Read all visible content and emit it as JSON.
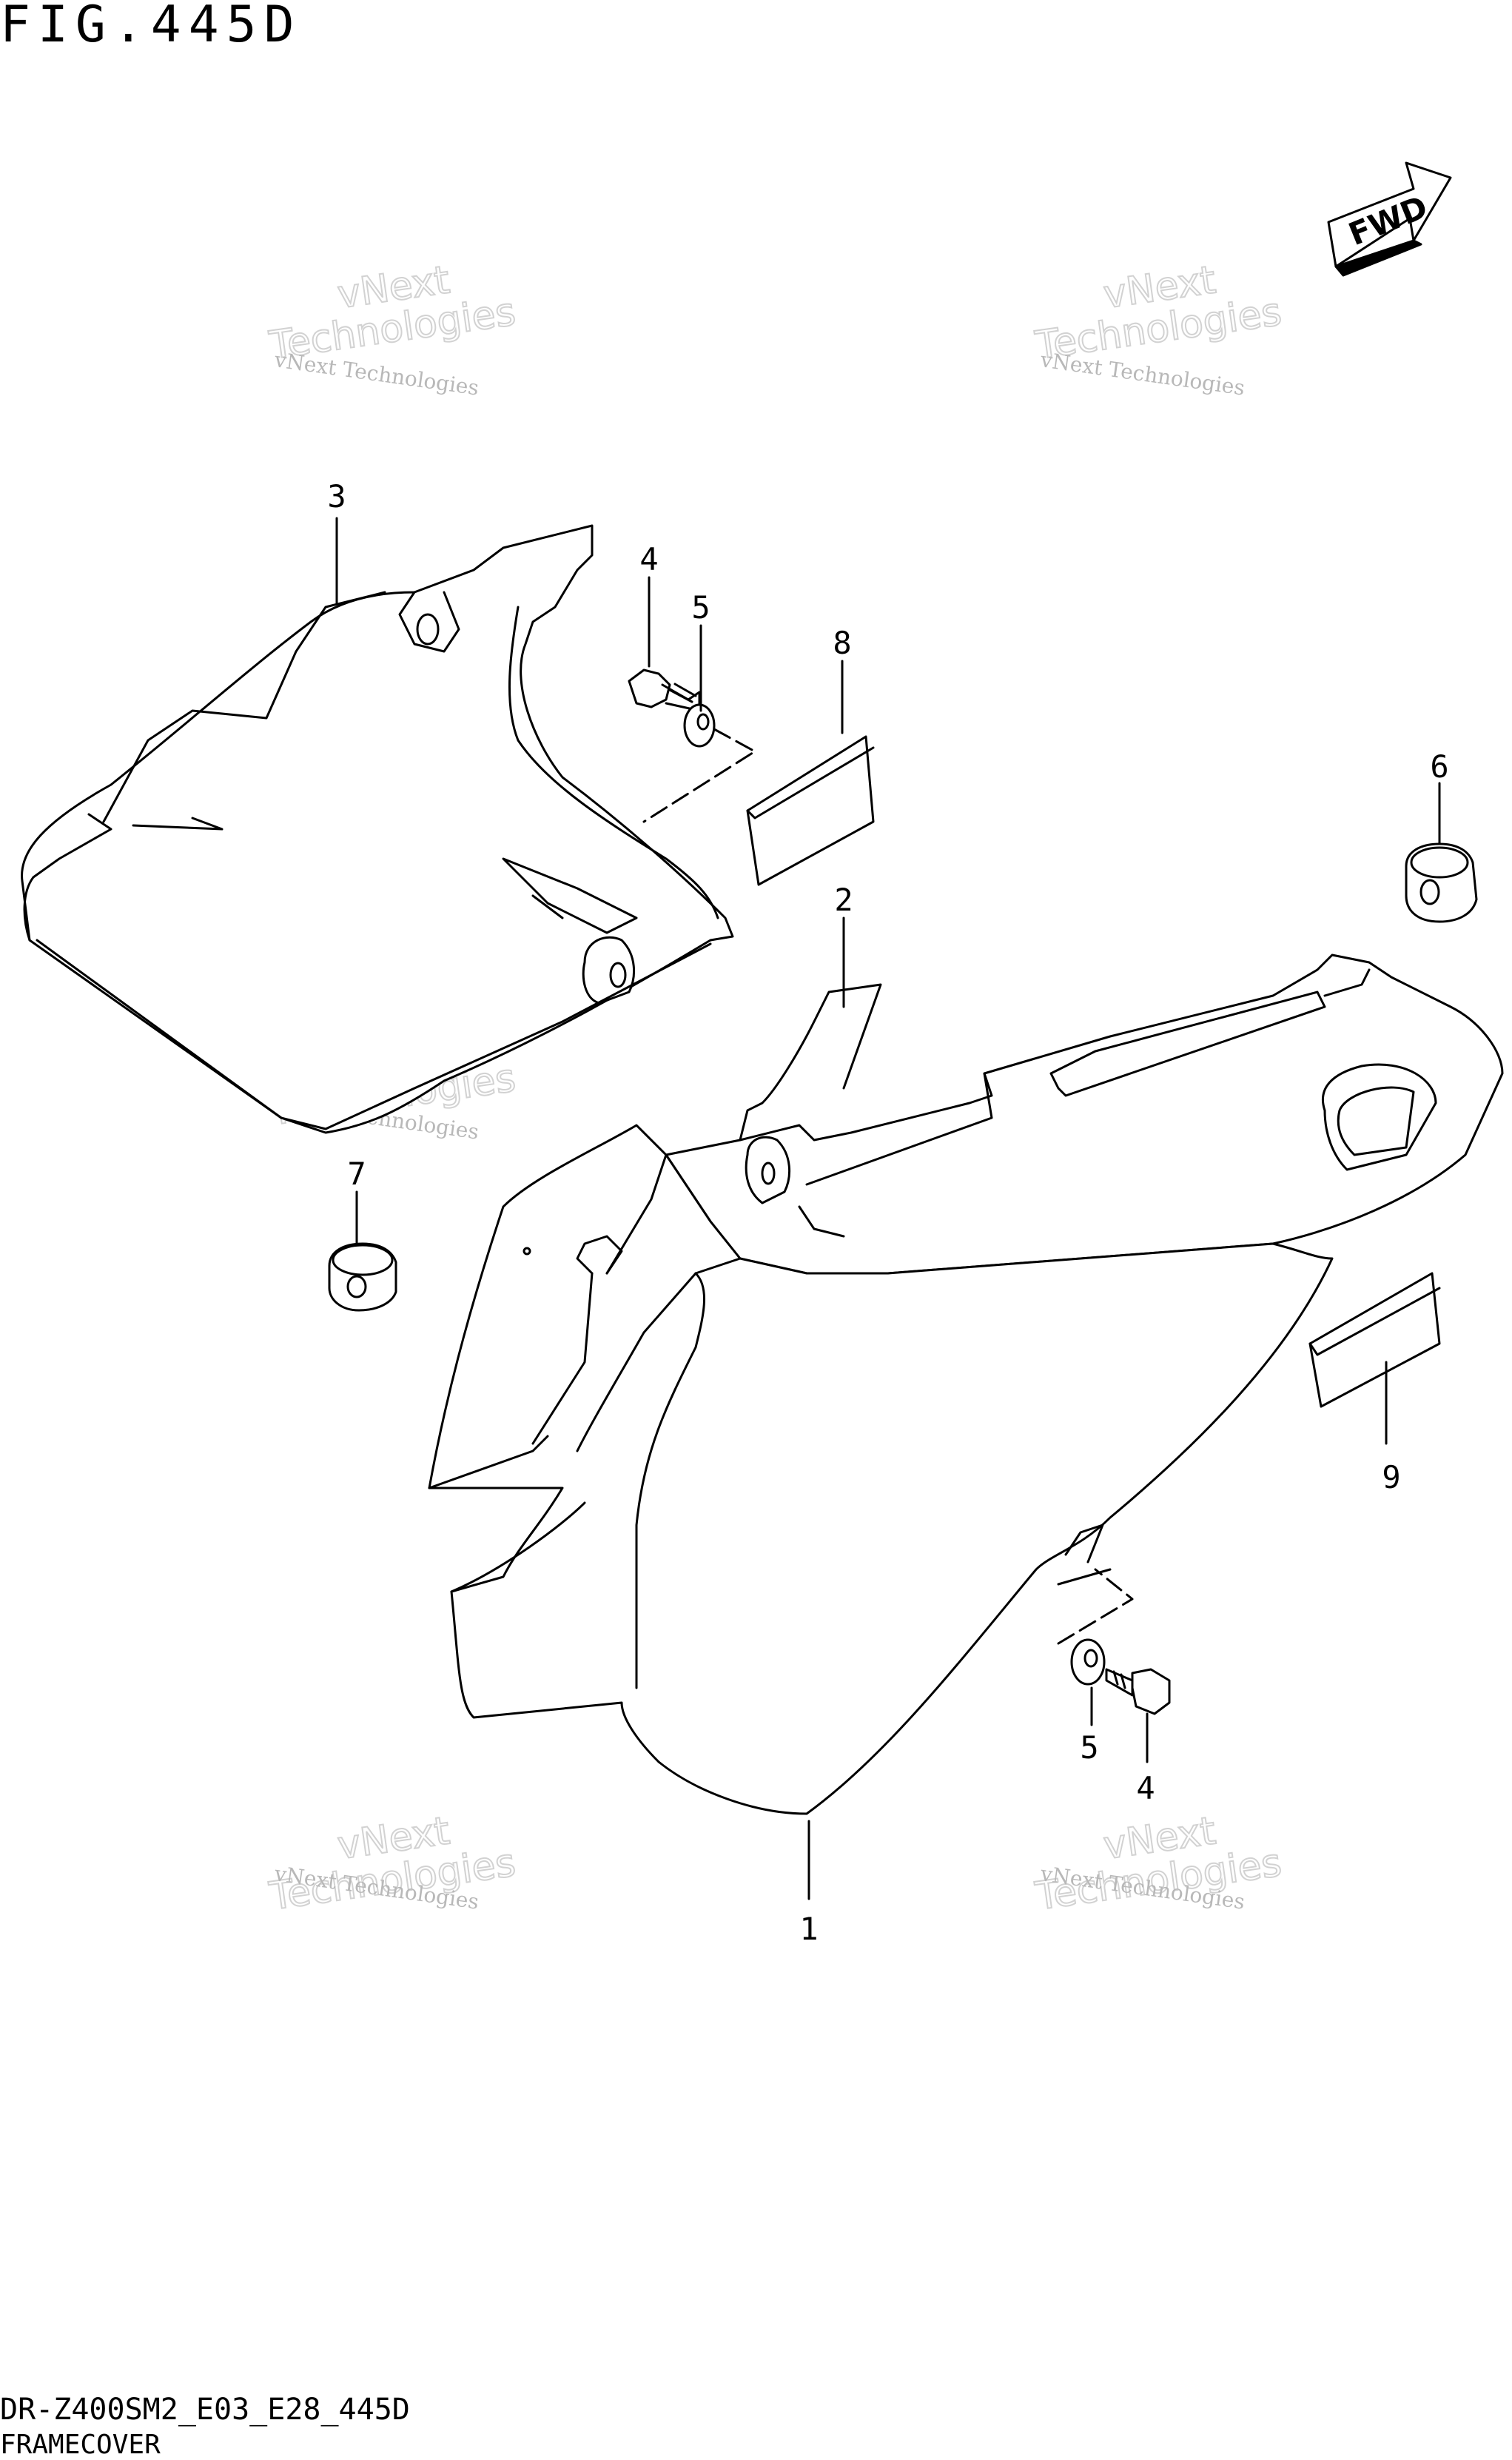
{
  "figure": {
    "title": "FIG.445D",
    "model_code": "DR-Z400SM2_E03_E28_445D",
    "section_name": "FRAMECOVER"
  },
  "orientation_marker": {
    "label": "FWD",
    "icon": "forward-arrow-icon"
  },
  "callouts": [
    {
      "id": "callout-1",
      "number": "1"
    },
    {
      "id": "callout-2",
      "number": "2"
    },
    {
      "id": "callout-3",
      "number": "3"
    },
    {
      "id": "callout-4-upper",
      "number": "4"
    },
    {
      "id": "callout-5-upper",
      "number": "5"
    },
    {
      "id": "callout-6",
      "number": "6"
    },
    {
      "id": "callout-7",
      "number": "7"
    },
    {
      "id": "callout-8",
      "number": "8"
    },
    {
      "id": "callout-9",
      "number": "9"
    },
    {
      "id": "callout-5-lower",
      "number": "5"
    },
    {
      "id": "callout-4-lower",
      "number": "4"
    }
  ],
  "watermark": {
    "line1": "vNext Technologies",
    "line2": "vNext",
    "line3": "Technologies"
  }
}
